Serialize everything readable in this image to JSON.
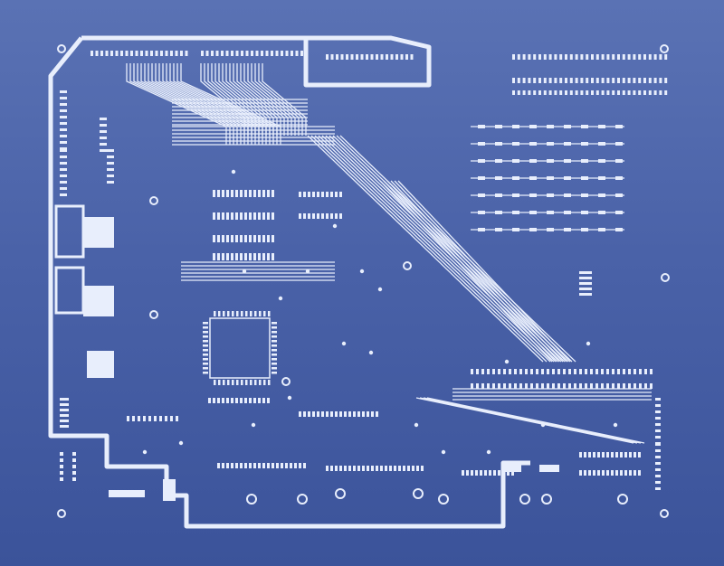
{
  "scene": {
    "colors": {
      "background_top": "#5a72b4",
      "background_bottom": "#3b539a",
      "copper": "#e8eefc",
      "copper_dim": "#c9d5f4"
    },
    "elements": [
      "board-outline",
      "trace-bus",
      "ic-footprint",
      "solder-pad",
      "via",
      "mounting-hole",
      "connector-header"
    ]
  }
}
